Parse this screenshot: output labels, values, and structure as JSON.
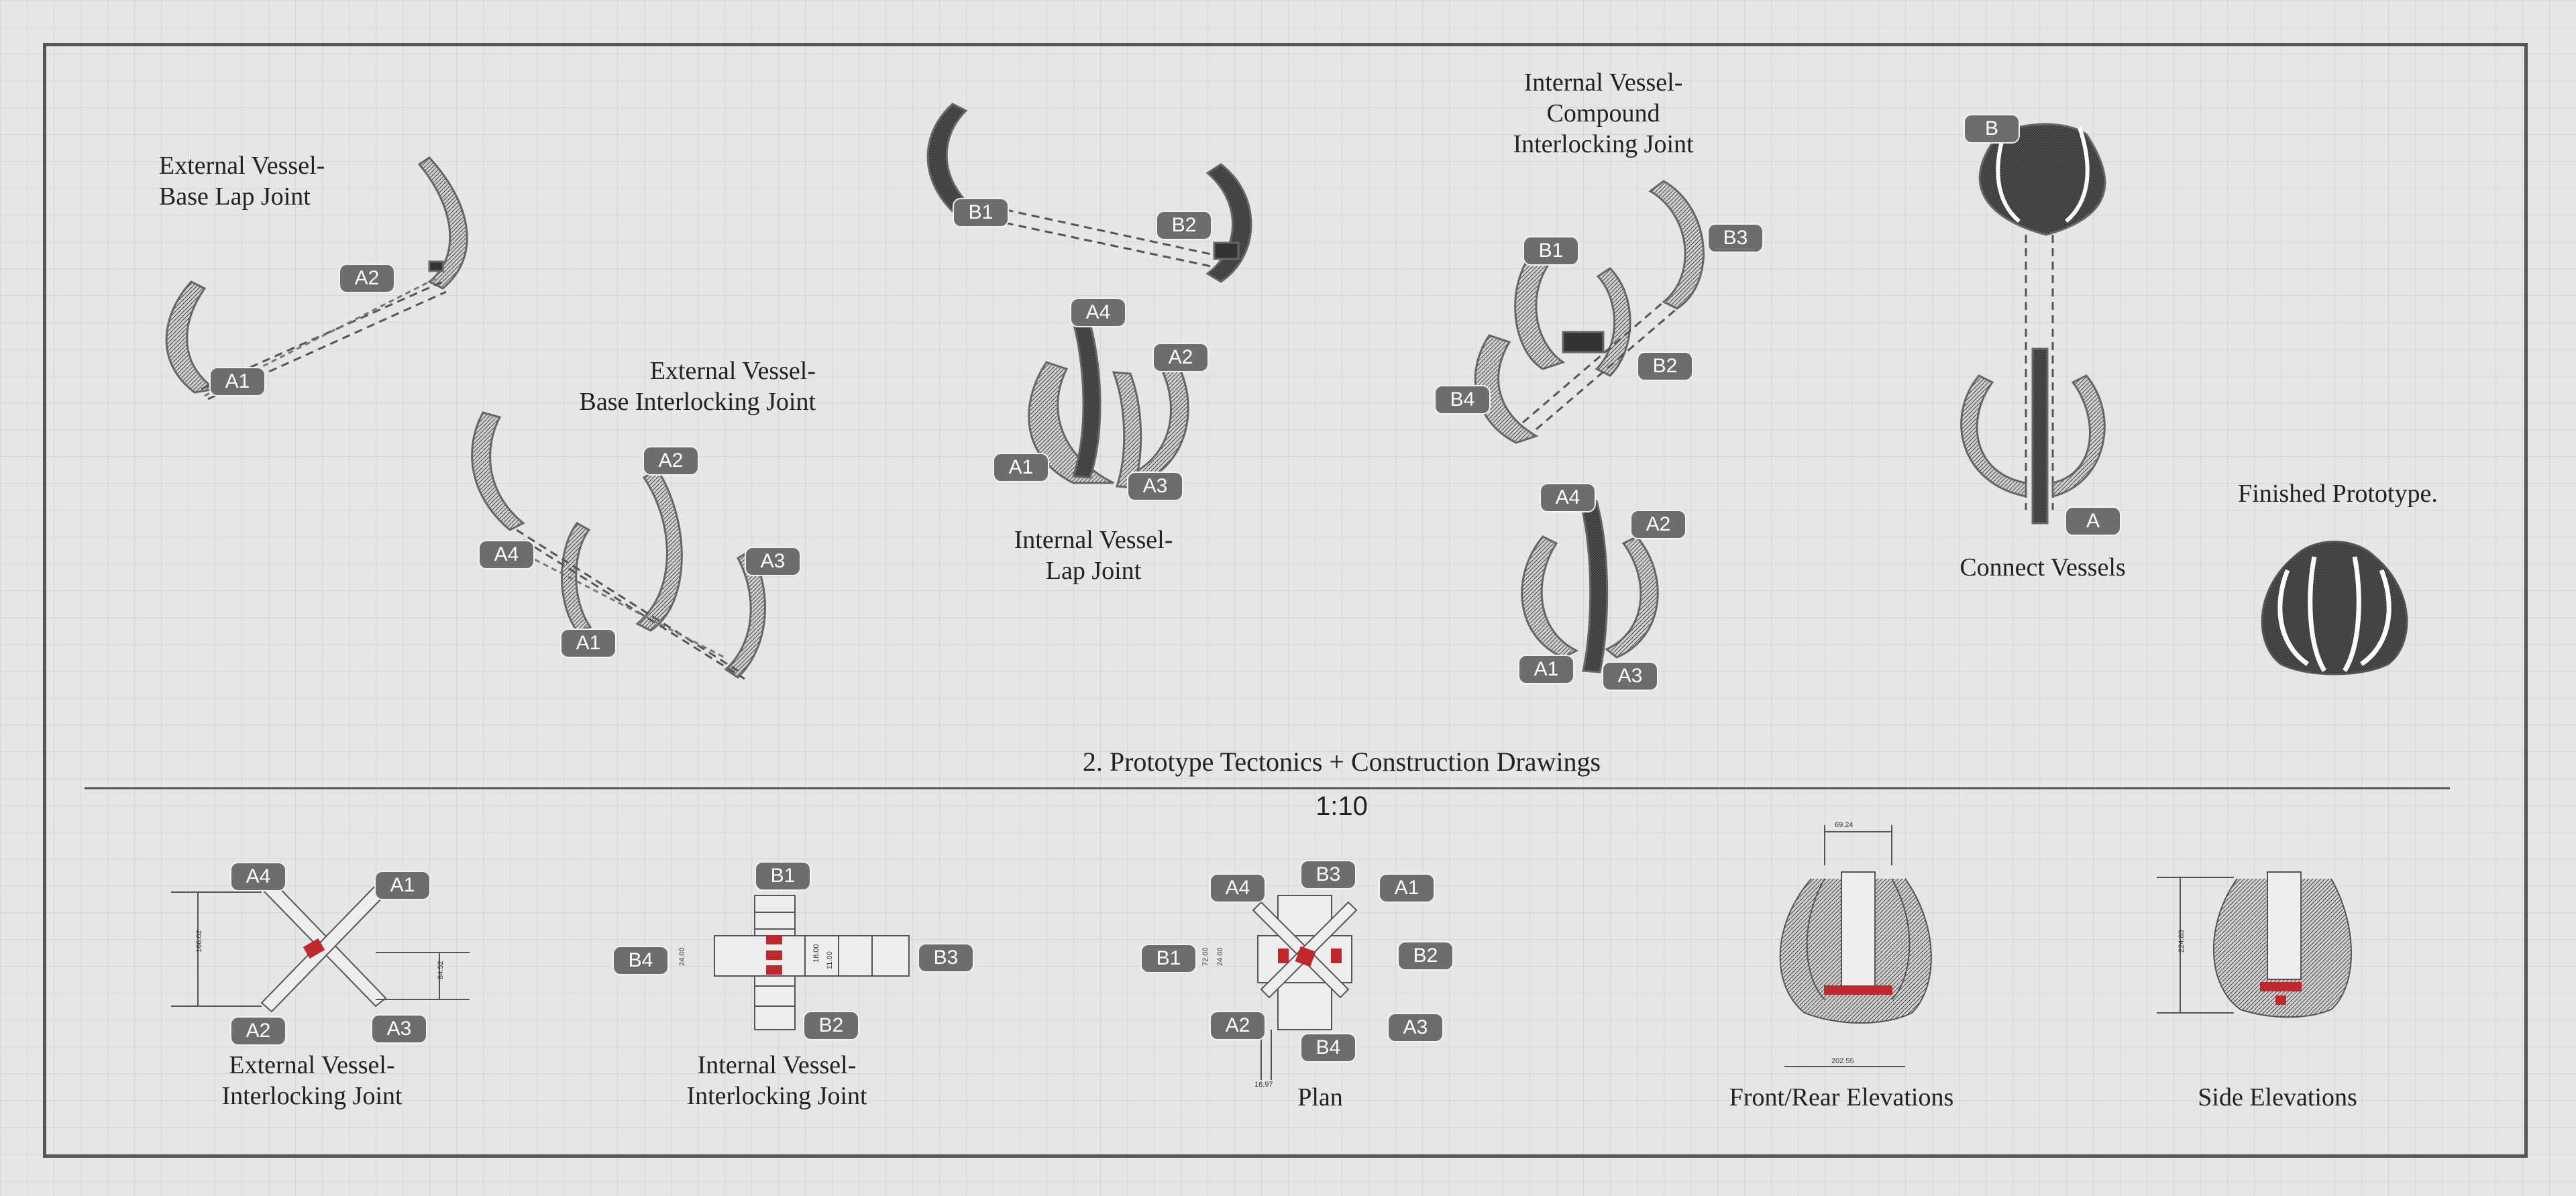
{
  "titles": {
    "ext_lap": [
      "External Vessel-",
      "Base Lap Joint"
    ],
    "ext_interlock": [
      "External Vessel-",
      "Base Interlocking Joint"
    ],
    "int_lap": [
      "Internal Vessel-",
      "Lap Joint"
    ],
    "int_compound": [
      "Internal Vessel-",
      "Compound",
      "Interlocking Joint"
    ],
    "connect": "Connect Vessels",
    "finished": "Finished Prototype."
  },
  "section": {
    "title": "2. Prototype Tectonics + Construction Drawings",
    "scale": "1:10"
  },
  "drawings": {
    "ext_joint": [
      "External Vessel-",
      "Interlocking Joint"
    ],
    "int_joint": [
      "Internal Vessel-",
      "Interlocking Joint"
    ],
    "plan": "Plan",
    "front_rear": "Front/Rear Elevations",
    "side": "Side Elevations"
  },
  "dimensions": {
    "ext_joint_height": "166.02",
    "ext_joint_small": "84.52",
    "int_joint_a": "24.00",
    "int_joint_b": "18.00",
    "int_joint_c": "11.00",
    "plan_a": "72.00",
    "plan_b": "24.00",
    "plan_c": "16.97",
    "front_top": "69.24",
    "front_bottom": "202.55",
    "side_height": "224.83"
  },
  "labels": {
    "ext_lap": {
      "a2": "A2",
      "a1": "A1"
    },
    "ext_interlock": {
      "a2": "A2",
      "a4": "A4",
      "a3": "A3",
      "a1": "A1"
    },
    "int_top": {
      "b1": "B1",
      "b2": "B2"
    },
    "int_lap": {
      "a4": "A4",
      "a2": "A2",
      "a1": "A1",
      "a3": "A3"
    },
    "compound": {
      "b1": "B1",
      "b3": "B3",
      "b2": "B2",
      "b4": "B4"
    },
    "compound_lower": {
      "a4": "A4",
      "a2": "A2",
      "a1": "A1",
      "a3": "A3"
    },
    "connect": {
      "b": "B",
      "a": "A"
    },
    "ext_joint": {
      "a4": "A4",
      "a1": "A1",
      "a2": "A2",
      "a3": "A3"
    },
    "int_joint": {
      "b1": "B1",
      "b4": "B4",
      "b3": "B3",
      "b2": "B2"
    },
    "plan": {
      "a4": "A4",
      "b3": "B3",
      "a1": "A1",
      "b1": "B1",
      "b2": "B2",
      "a2": "A2",
      "b4": "B4",
      "a3": "A3"
    }
  },
  "colors": {
    "line": "#555555",
    "accent": "#c0282d",
    "tag": "#6d6d6d"
  }
}
